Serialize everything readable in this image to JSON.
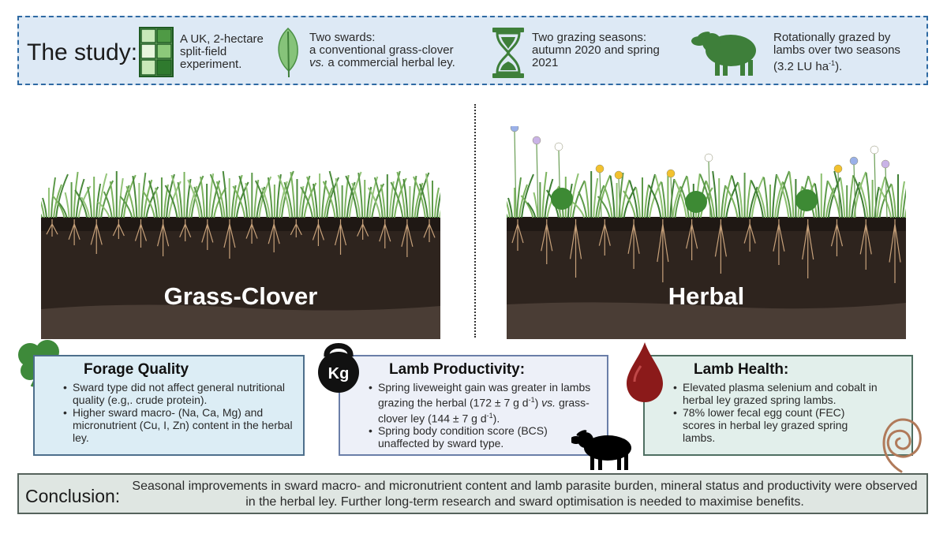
{
  "study": {
    "title": "The study:",
    "items": [
      {
        "icon": "split-field-grid-icon",
        "text": "A UK, 2-hectare\nsplit-field\nexperiment."
      },
      {
        "icon": "leaf-icon",
        "line1": "Two swards:",
        "line2": "a conventional grass-clover",
        "line3_em": "vs.",
        "line3_rest": " a commercial herbal ley."
      },
      {
        "icon": "hourglass-icon",
        "text": "Two grazing seasons:\nautumn 2020 and spring\n2021"
      },
      {
        "icon": "sheep-icon",
        "line1": "Rotationally grazed by",
        "line2": "lambs over two seasons",
        "line3_pre": "(3.2 LU ha",
        "line3_sup": "-1",
        "line3_post": ")."
      }
    ]
  },
  "panels": {
    "left_label": "Grass-Clover",
    "right_label": "Herbal"
  },
  "findings": {
    "forage": {
      "icon": "clover-icon",
      "title": "Forage Quality",
      "bullets": [
        "Sward type did not affect general nutritional quality (e.g,. crude protein).",
        "Higher sward macro- (Na, Ca, Mg) and micronutrient (Cu, I, Zn) content in the herbal ley."
      ]
    },
    "productivity": {
      "icon": "kettlebell-icon",
      "icon_label": "Kg",
      "title": "Lamb Productivity:",
      "b1_a": "Spring liveweight gain was greater in lambs grazing the herbal (172 ± 7 g d",
      "b1_sup1": "-1",
      "b1_b": ")",
      "b1_em": "vs.",
      "b1_c": " grass-clover ley (144 ± 7 g d",
      "b1_sup2": "-1",
      "b1_d": ").",
      "b2": "Spring body condition score (BCS) unaffected by sward type."
    },
    "health": {
      "icon": "blood-drop-icon",
      "title": "Lamb Health:",
      "bullets": [
        "Elevated plasma selenium and cobalt in herbal ley grazed spring lambs.",
        "78% lower fecal egg count (FEC) scores in herbal ley grazed spring lambs."
      ]
    }
  },
  "conclusion": {
    "label": "Conclusion:",
    "text": "Seasonal improvements in sward macro- and micronutrient content and lamb parasite burden, mineral status and productivity were observed in the herbal ley. Further long-term research and sward optimisation is needed to maximise benefits."
  },
  "colors": {
    "study_bg": "#dde9f5",
    "forage_bg": "#dcedf5",
    "productivity_bg": "#edf0f8",
    "health_bg": "#e2efeb",
    "conclusion_bg": "#dfe6e2",
    "icon_green": "#3e7f3a",
    "soil_dark": "#2e241e"
  }
}
